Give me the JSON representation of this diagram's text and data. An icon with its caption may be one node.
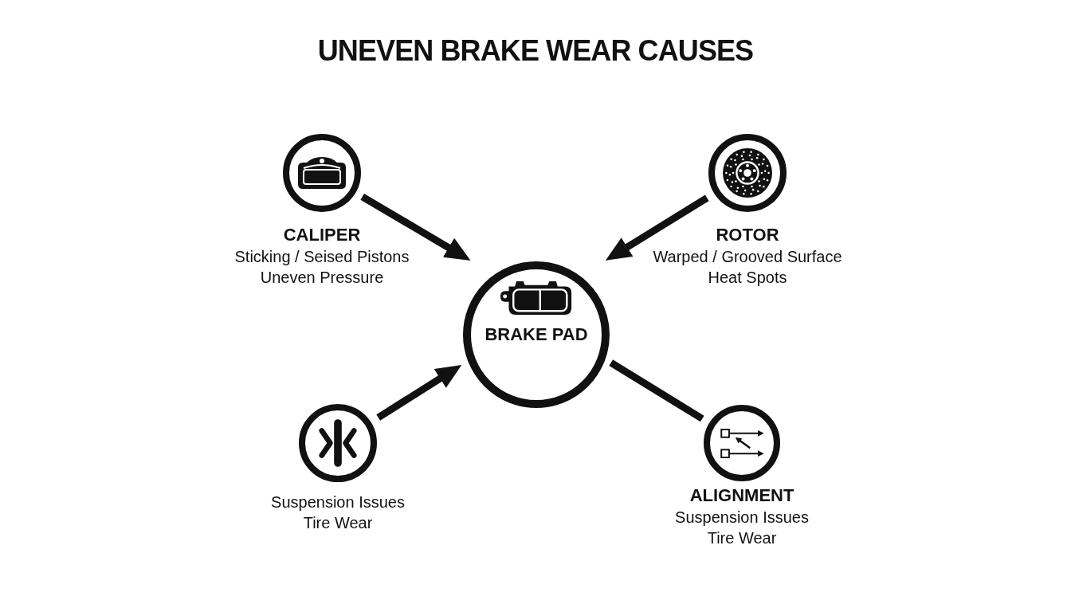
{
  "diagram": {
    "title": "UNEVEN BRAKE WEAR CAUSES",
    "nodes": [
      {
        "text": [
          "CALIPER"
        ],
        "beside": [
          "Sticking / Seised Pistons",
          "Uneven Pressure"
        ]
      },
      {
        "text": [
          "ROTOR"
        ],
        "beside": [
          "Warped / Grooved Surface",
          "Heat Spots"
        ]
      },
      {
        "text": [
          "BRAKE PAD"
        ]
      },
      {
        "text": [],
        "shape": "circle",
        "beside": [
          "Suspension Issues",
          "Tire Wear"
        ]
      },
      {
        "text": [
          "ALIGNMENT"
        ],
        "beside": [
          "Suspension Issues",
          "Tire Wear"
        ]
      }
    ],
    "edges": [
      {
        "from": 0,
        "to": 2,
        "arrow": "to"
      },
      {
        "from": 1,
        "to": 2,
        "arrow": "to"
      },
      {
        "from": 3,
        "to": 2,
        "arrow": "to"
      },
      {
        "from": 2,
        "to": 4,
        "arrow": "none"
      }
    ]
  }
}
